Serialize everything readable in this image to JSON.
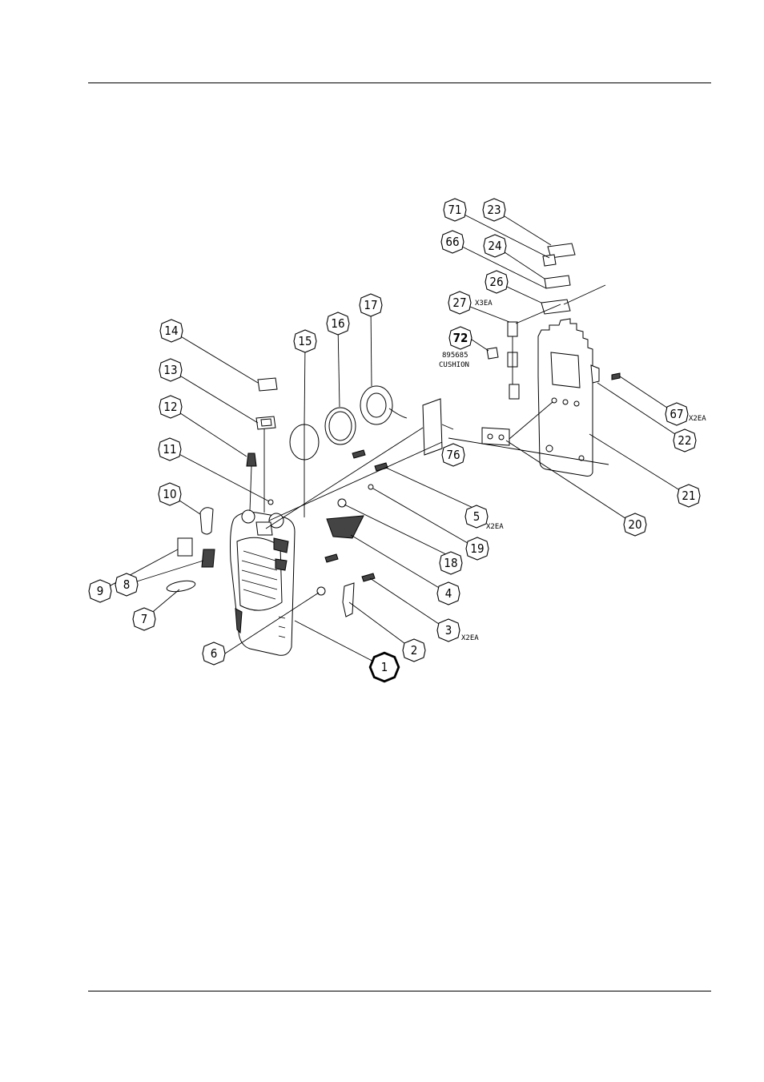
{
  "balloons": {
    "b1": "1",
    "b2": "2",
    "b3": "3",
    "b4": "4",
    "b5": "5",
    "b6": "6",
    "b7": "7",
    "b8": "8",
    "b9": "9",
    "b10": "10",
    "b11": "11",
    "b12": "12",
    "b13": "13",
    "b14": "14",
    "b15": "15",
    "b16": "16",
    "b17": "17",
    "b18": "18",
    "b19": "19",
    "b20": "20",
    "b21": "21",
    "b22": "22",
    "b23": "23",
    "b24": "24",
    "b26": "26",
    "b27": "27",
    "b66": "66",
    "b67": "67",
    "b71": "71",
    "b72": "72",
    "b76": "76"
  },
  "notes": {
    "x3ea": "X3EA",
    "x2ea_5": "X2EA",
    "x2ea_3": "X2EA",
    "x2ea_67": "X2EA",
    "part_no": "895685",
    "cushion": "CUSHION"
  }
}
